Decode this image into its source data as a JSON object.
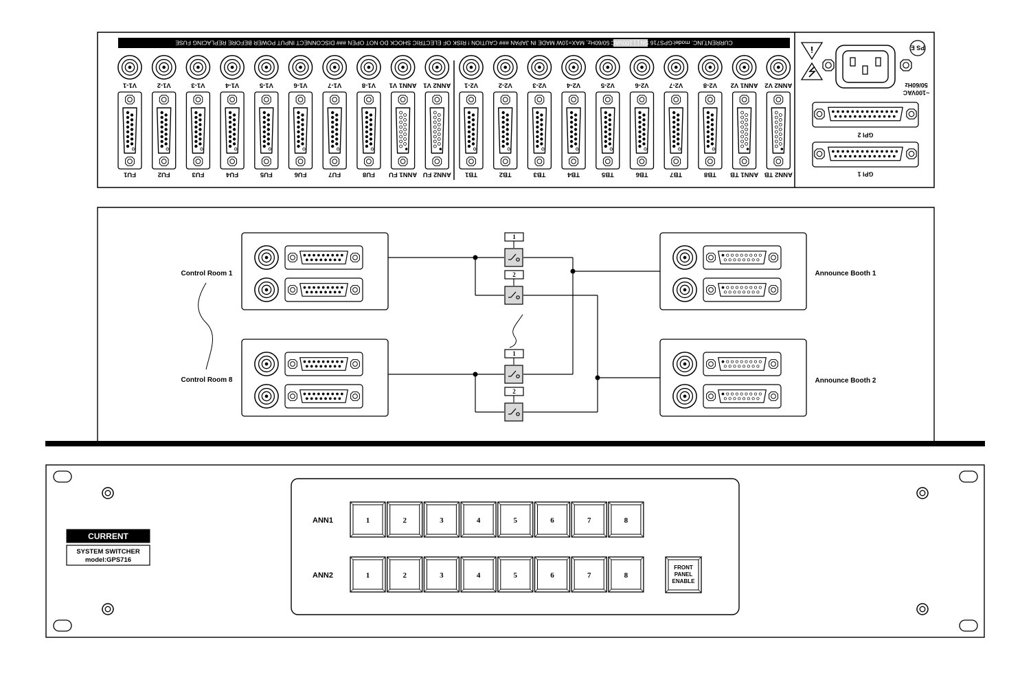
{
  "rear_panel": {
    "warning_text": "CURRENT,INC. model:GPS716 SN [          ] 100VAC 50/60Hz, MAX=10W  MADE IN JAPAN   ### CAUTION ! RISK OF ELECTRIC SHOCK DO NOT OPEN ### DISCONNECT INPUT POWER BEFORE REPLACING FUSE",
    "bnc_labels": [
      "V1-1",
      "V1-2",
      "V1-3",
      "V1-4",
      "V1-5",
      "V1-6",
      "V1-7",
      "V1-8",
      "ANN1 V1",
      "ANN2 V1",
      "V2-1",
      "V2-2",
      "V2-3",
      "V2-4",
      "V2-5",
      "V2-6",
      "V2-7",
      "V2-8",
      "ANN1 V2",
      "ANN2 V2"
    ],
    "dsub_labels": [
      "FU1",
      "FU2",
      "FU3",
      "FU4",
      "FU5",
      "FU6",
      "FU7",
      "FU8",
      "ANN1 FU",
      "ANN2 FU",
      "TB1",
      "TB2",
      "TB3",
      "TB4",
      "TB5",
      "TB6",
      "TB7",
      "TB8",
      "ANN1 TB",
      "ANN2 TB"
    ],
    "power_label_1": "~100VAC",
    "power_label_2": "50/60Hz",
    "ps_mark": "PS E",
    "gpi2_label": "GPI 2",
    "gpi1_label": "GPI 1"
  },
  "diagram": {
    "control_room_1": "Control Room 1",
    "control_room_8": "Control Room 8",
    "announce_booth_1": "Announce Booth 1",
    "announce_booth_2": "Announce Booth 2",
    "switch_numbers": [
      "1",
      "2",
      "1",
      "2"
    ]
  },
  "front_panel": {
    "brand": "CURRENT",
    "product_line1": "SYSTEM SWITCHER",
    "product_line2": "model:GPS716",
    "rows": [
      {
        "label": "ANN1",
        "keys": [
          "1",
          "2",
          "3",
          "4",
          "5",
          "6",
          "7",
          "8"
        ]
      },
      {
        "label": "ANN2",
        "keys": [
          "1",
          "2",
          "3",
          "4",
          "5",
          "6",
          "7",
          "8"
        ]
      }
    ],
    "enable_lines": [
      "FRONT",
      "PANEL",
      "ENABLE"
    ]
  }
}
